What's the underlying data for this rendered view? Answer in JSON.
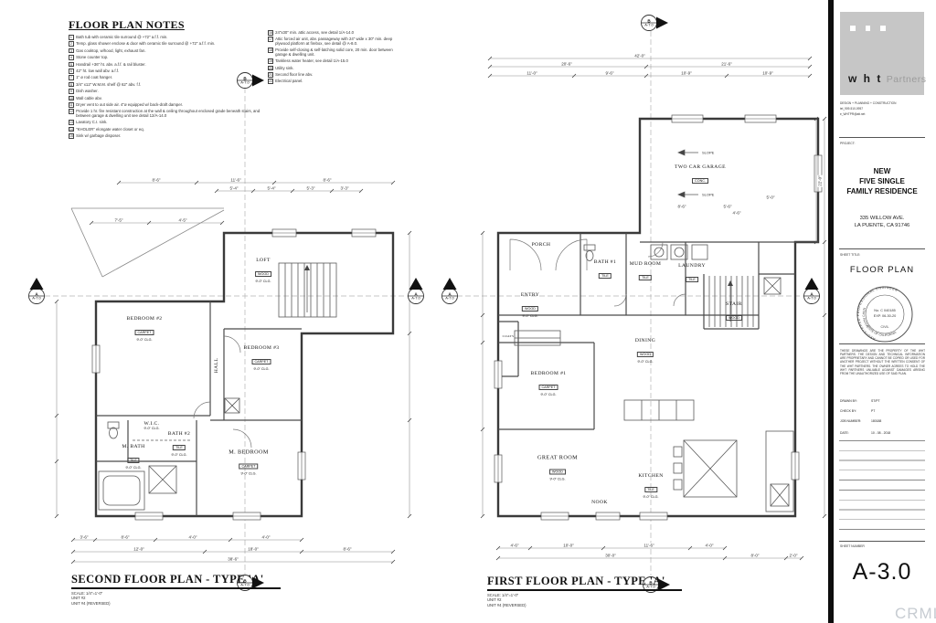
{
  "sheet": {
    "watermark": "CRMLS"
  },
  "markers": {
    "cut_letter": "B",
    "side_letter": "A",
    "sheet_ref": "A-7.0"
  },
  "notes": {
    "title": "FLOOR PLAN NOTES",
    "col1": [
      {
        "num": "1",
        "text": "Bath tub with ceramic tile surround @ +72\" a.f.f. min."
      },
      {
        "num": "2",
        "text": "Temp. glass shower enclose & door with ceramic tile surround @ +72\" a.f.f. min."
      },
      {
        "num": "3",
        "text": "Gas cooktop, w/hood, light, exhaust fan."
      },
      {
        "num": "4",
        "text": "Stone counter top."
      },
      {
        "num": "5",
        "text": "Handrail +36\" ht. abv. a.f.f. & rail bluster."
      },
      {
        "num": "6",
        "text": "42\" ht. low wall abv. a.f.f."
      },
      {
        "num": "7",
        "text": "1\" ø rod coat hanger."
      },
      {
        "num": "8",
        "text": "3/4\" x12\" W.M.M. shelf @ 62\" abv. f.f."
      },
      {
        "num": "9",
        "text": "Dish washer."
      },
      {
        "num": "10",
        "text": "Wall cable abv."
      },
      {
        "num": "11",
        "text": "Dryer vent to out side air. 4\"ø equipped w/ back-draft damper."
      },
      {
        "num": "12",
        "text": "Provide 1 hr. fire resistant construction at the wall & ceiling throughout enclosed grade beneath stairs, and between garage & dwelling unit see detail 12/A-14.0"
      },
      {
        "num": "13",
        "text": "Lavatory C.I. sink."
      },
      {
        "num": "14",
        "text": "\"KHOLER\" elongate water closet or eq."
      },
      {
        "num": "15",
        "text": "Sink w/ garbage disposer."
      }
    ],
    "col2": [
      {
        "num": "16",
        "text": "24\"x30\" min. attic access, see detail 1/A-14.0"
      },
      {
        "num": "17",
        "text": "Attic forced air unit, abv. passageway with 24\" wide x 30\" min. deep plywood platform at firebox, see detail @ A-8.0."
      },
      {
        "num": "18",
        "text": "Provide self-closing & self-latching solid core, 20 min. door between garage & dwelling unit."
      },
      {
        "num": "19",
        "text": "Tankless water heater, see detail 1/A-15.0"
      },
      {
        "num": "20",
        "text": "Utility sink."
      },
      {
        "num": "21",
        "text": "Second floor line abv."
      },
      {
        "num": "22",
        "text": "Electrical panel."
      }
    ]
  },
  "second_floor": {
    "title": "SECOND FLOOR PLAN - TYPE 'A'",
    "scale": "SCALE: 1/4\"=1'-0\"",
    "unit_a": "UNIT #2",
    "unit_b": "UNIT #4 (REVERSED)",
    "rooms": {
      "loft": {
        "name": "LOFT",
        "finish": "WOOD",
        "clg": "9'-0\" CLG."
      },
      "bedroom2": {
        "name": "BEDROOM #2",
        "finish": "CARPET",
        "clg": "9'-0\" CLG."
      },
      "bedroom3": {
        "name": "BEDROOM #3",
        "finish": "CARPET",
        "clg": "9'-0\" CLG."
      },
      "hall": {
        "name": "HALL"
      },
      "bath2": {
        "name": "BATH #2",
        "finish": "TILE",
        "clg": "9'-0\" CLG."
      },
      "wic": {
        "name": "W.I.C.",
        "finish": "CARPET",
        "clg": "9'-0\" CLG."
      },
      "mbath": {
        "name": "M. BATH",
        "finish": "TILE",
        "clg": "9'-0\" CLG."
      },
      "mbedroom": {
        "name": "M. BEDROOM",
        "finish": "CARPET",
        "clg": "9'-0\" CLG."
      }
    },
    "dims": {
      "top1": [
        "8'-6\"",
        "11'-6\"",
        "8'-6\""
      ],
      "top2": [
        "5'-4\"",
        "5'-4\"",
        "5'-3\"",
        "3'-3\""
      ],
      "top3": [
        "7'-5\"",
        "4'-5\""
      ],
      "bottom1": [
        "3'-6\"",
        "8'-6\"",
        "4'-0\"",
        "4'-0\""
      ],
      "bottom2": [
        "12'-0\"",
        "18'-0\"",
        "8'-6\""
      ],
      "total": "38'-6\""
    }
  },
  "first_floor": {
    "title": "FIRST FLOOR PLAN - TYPE 'A'",
    "scale": "SCALE: 1/4\"=1'-0\"",
    "unit_a": "UNIT #2",
    "unit_b": "UNIT #4 (REVERSED)",
    "slope": "SLOPE",
    "rooms": {
      "garage": {
        "name": "TWO CAR GARAGE",
        "finish": "CONC."
      },
      "porch": {
        "name": "PORCH"
      },
      "entry": {
        "name": "ENTRY",
        "finish": "WOOD",
        "clg": "9'-0\" CLG."
      },
      "bath1": {
        "name": "BATH #1",
        "finish": "TILE",
        "clg": "9'-0\" CLG."
      },
      "mudroom": {
        "name": "MUD ROOM",
        "finish": "TILE",
        "clg": "9'-0\" CLG."
      },
      "laundry": {
        "name": "LAUNDRY",
        "finish": "TILE",
        "clg": "9'-0\" CLG."
      },
      "stair": {
        "name": "STAIR",
        "finish": "WOOD"
      },
      "coats": {
        "name": "COATS"
      },
      "dining": {
        "name": "DINING",
        "finish": "WOOD",
        "clg": "9'-0\" CLG."
      },
      "bedroom1": {
        "name": "BEDROOM #1",
        "finish": "CARPET",
        "clg": "9'-0\" CLG."
      },
      "greatroom": {
        "name": "GREAT ROOM",
        "finish": "WOOD",
        "clg": "9'-0\" CLG."
      },
      "kitchen": {
        "name": "KITCHEN",
        "finish": "TILE",
        "clg": "9'-0\" CLG."
      },
      "nook": {
        "name": "NOOK"
      }
    },
    "dims": {
      "total": "42'-0\"",
      "top2": [
        "20'-6\"",
        "21'-6\""
      ],
      "top3": [
        "11'-0\"",
        "9'-6\"",
        "10'-9\"",
        "10'-9\""
      ],
      "bottom1": [
        "4'-6\"",
        "10'-0\"",
        "11'-6\"",
        "4'-0\""
      ],
      "bottom2": [
        "30'-0\"",
        "8'-0\"",
        "2'-0\""
      ],
      "garage": [
        "8'-6\"",
        "5'-6\"",
        "5'-0\"",
        "4'-6\""
      ],
      "right": "22'-0\""
    }
  },
  "title_block": {
    "brand_bold": "w h t",
    "brand_light": "Partners",
    "tagline": "DESIGN + PLANNING + CONSTRUCTION",
    "phone": "tel_909-510-0957",
    "email": "e_WHTPR@att.net",
    "project_label": "PROJECT:",
    "project_1": "NEW",
    "project_2": "FIVE SINGLE",
    "project_3": "FAMILY RESIDENCE",
    "address_1": "335 WILLOW AVE.",
    "address_2": "LA PUENTE, CA 91746",
    "sheet_title_label": "SHEET TITLE:",
    "sheet_title": "FLOOR PLAN",
    "stamp": {
      "ring_top": "REGISTERED PROFESSIONAL ENGINEER",
      "ring_name": "JASON CHEN",
      "license": "No. C 040185",
      "exp": "EXP. 06-30-20",
      "ring_bottom": "STATE OF CALIFORNIA",
      "discipline": "CIVIL"
    },
    "disclaimer": "THESE DRAWINGS ARE THE PROPERTY OF THE WHT PARTNERS. THE DESIGN AND TECHNICAL INFORMATION ARE PROPRIETARY AND CANNOT BE COPIED OR USED FOR ANOTHER PROJECT WITHOUT THE WRITTEN CONSENT OF THE WHT PARTNERS. THE OWNER AGREES TO HOLD THE WHT PARTNERS UNLIABLE AGAINST DAMAGES ARISING FROM THE UNAUTHORIZED USE OF SAID PLAN.",
    "drawn_label": "DRAWN BY:",
    "drawn": "ST/PT",
    "check_label": "CHECK BY:",
    "check": "PT",
    "job_label": "JOB NUMBER:",
    "job": "180188",
    "date_label": "DATE:",
    "date": "10 - 08 - 2018",
    "sheet_number_label": "SHEET NUMBER",
    "sheet_number": "A-3.0"
  }
}
